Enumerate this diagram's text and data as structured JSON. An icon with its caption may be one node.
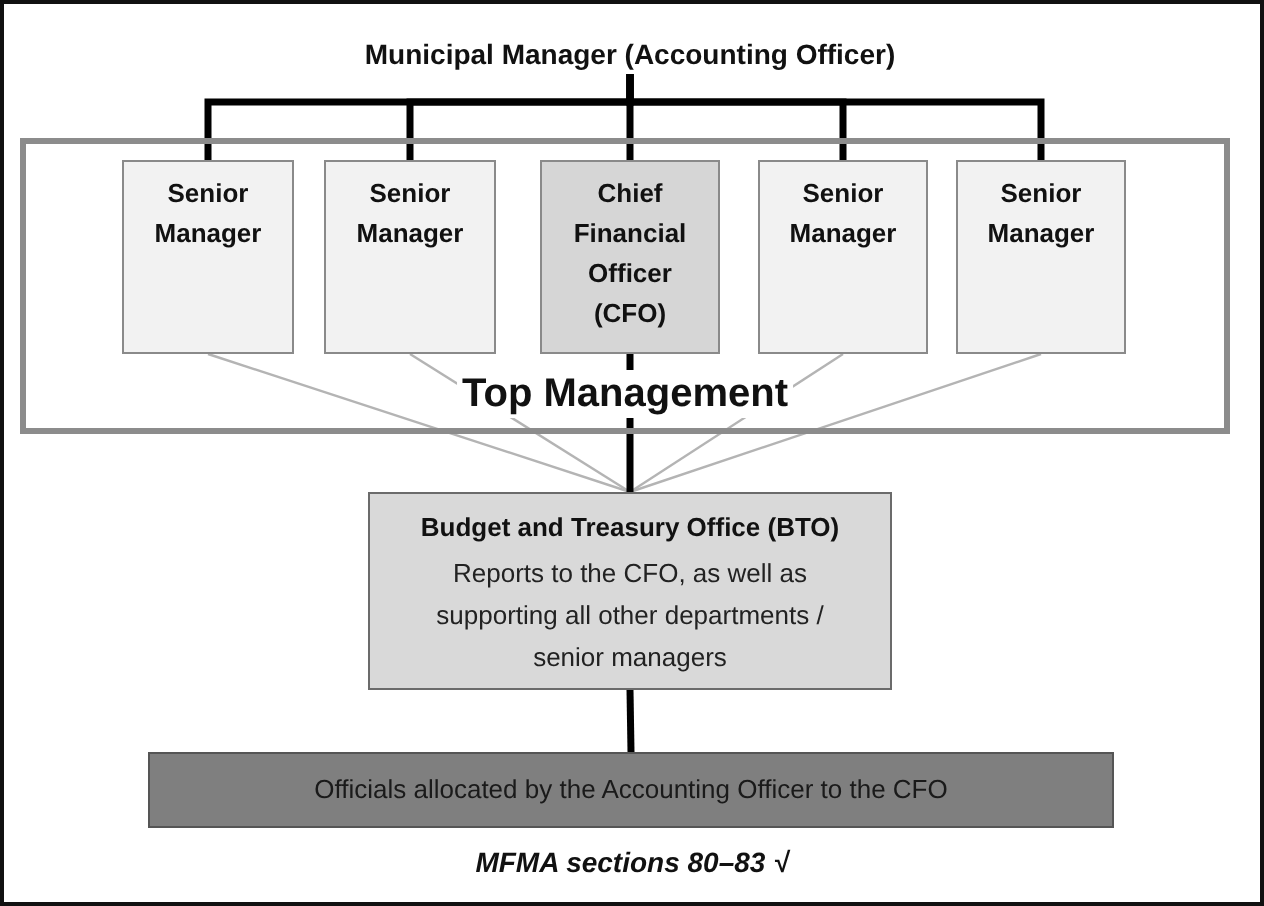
{
  "diagram": {
    "caption": "MFMA sections 80–83 √",
    "nodes": [
      {
        "text": [
          "Municipal Manager (Accounting Officer)"
        ]
      },
      {
        "text": [
          "Top Management"
        ]
      },
      {
        "text": [
          "Senior Manager"
        ],
        "in": 1
      },
      {
        "text": [
          "Senior Manager"
        ],
        "in": 1
      },
      {
        "text": [
          "Chief Financial Officer (CFO)"
        ],
        "in": 1
      },
      {
        "text": [
          "Senior Manager"
        ],
        "in": 1
      },
      {
        "text": [
          "Senior Manager"
        ],
        "in": 1
      },
      {
        "text": [
          "Budget and Treasury Office (BTO)",
          "Reports to the CFO, as well as supporting all other departments / senior managers"
        ]
      },
      {
        "text": [
          "Officials allocated by the Accounting Officer to the CFO"
        ]
      }
    ],
    "edges": [
      {
        "from": 0,
        "to": 2,
        "arrow": "none"
      },
      {
        "from": 0,
        "to": 3,
        "arrow": "none"
      },
      {
        "from": 0,
        "to": 4,
        "arrow": "none"
      },
      {
        "from": 0,
        "to": 5,
        "arrow": "none"
      },
      {
        "from": 0,
        "to": 6,
        "arrow": "none"
      },
      {
        "from": 2,
        "to": 7,
        "arrow": "none",
        "color": "#b4b4b4"
      },
      {
        "from": 3,
        "to": 7,
        "arrow": "none",
        "color": "#b4b4b4"
      },
      {
        "from": 5,
        "to": 7,
        "arrow": "none",
        "color": "#b4b4b4"
      },
      {
        "from": 6,
        "to": 7,
        "arrow": "none",
        "color": "#b4b4b4"
      },
      {
        "from": 4,
        "to": 7,
        "arrow": "none"
      },
      {
        "from": 7,
        "to": 8,
        "arrow": "none"
      }
    ]
  }
}
